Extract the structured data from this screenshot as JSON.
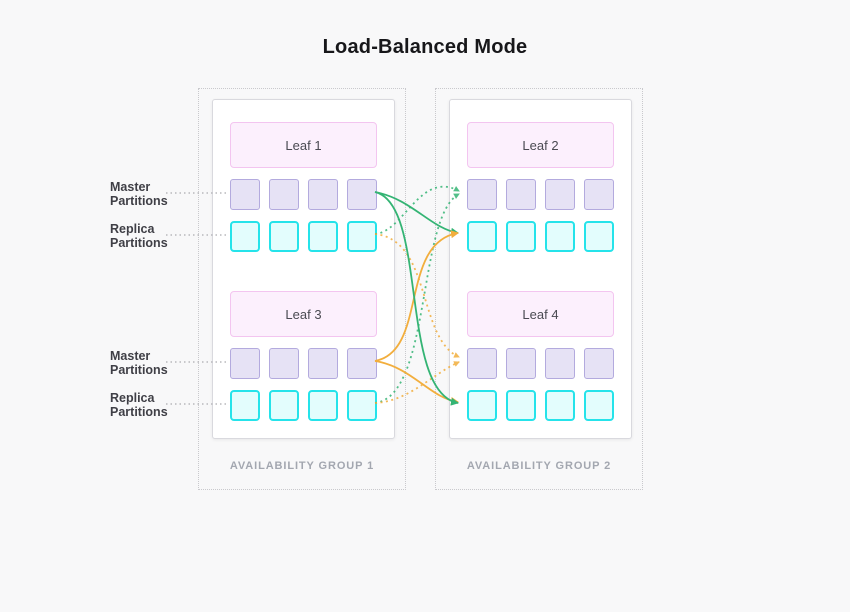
{
  "title": "Load-Balanced Mode",
  "labels": {
    "master": "Master Partitions",
    "replica": "Replica Partitions"
  },
  "groups": [
    {
      "caption": "AVAILABILITY GROUP 1",
      "leaves": [
        {
          "name": "Leaf 1",
          "master_partitions": 4,
          "replica_partitions": 4
        },
        {
          "name": "Leaf 3",
          "master_partitions": 4,
          "replica_partitions": 4
        }
      ]
    },
    {
      "caption": "AVAILABILITY GROUP 2",
      "leaves": [
        {
          "name": "Leaf 2",
          "master_partitions": 4,
          "replica_partitions": 4
        },
        {
          "name": "Leaf 4",
          "master_partitions": 4,
          "replica_partitions": 4
        }
      ]
    }
  ],
  "colors": {
    "green": "#34b474",
    "orange": "#f2ae3d",
    "purple_fill": "#e6e2f5",
    "purple_border": "#b3aade",
    "cyan_fill": "#e3fdfd",
    "cyan_border": "#25e3ea",
    "pink_fill": "#fcf0fd",
    "pink_border": "#f3c5f0"
  },
  "connections": [
    {
      "from": "leaf1-replica",
      "to": "leaf2-master",
      "style": "dotted",
      "color": "green"
    },
    {
      "from": "leaf3-replica",
      "to": "leaf2-master",
      "style": "dotted",
      "color": "green"
    },
    {
      "from": "leaf1-replica",
      "to": "leaf4-master",
      "style": "dotted",
      "color": "orange"
    },
    {
      "from": "leaf3-replica",
      "to": "leaf4-master",
      "style": "dotted",
      "color": "orange"
    },
    {
      "from": "leaf1-master",
      "to": "leaf2-replica",
      "style": "solid",
      "color": "green"
    },
    {
      "from": "leaf3-master",
      "to": "leaf2-replica",
      "style": "solid",
      "color": "orange"
    },
    {
      "from": "leaf3-master",
      "to": "leaf4-replica",
      "style": "solid",
      "color": "orange"
    },
    {
      "from": "leaf1-master",
      "to": "leaf4-replica",
      "style": "solid",
      "color": "green"
    }
  ]
}
